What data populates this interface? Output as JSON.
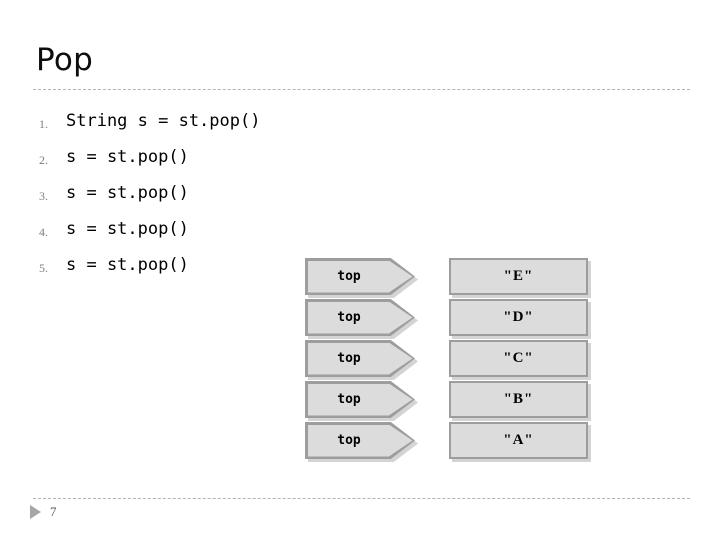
{
  "slide": {
    "title": "Pop",
    "page_number": "7",
    "background_color": "#ffffff",
    "rule_color": "#b3b3b3"
  },
  "code_list": {
    "items": [
      {
        "number": "1.",
        "text": "String s = st.pop()"
      },
      {
        "number": "2.",
        "text": "s = st.pop()"
      },
      {
        "number": "3.",
        "text": "s = st.pop()"
      },
      {
        "number": "4.",
        "text": "s = st.pop()"
      },
      {
        "number": "5.",
        "text": "s = st.pop()"
      }
    ]
  },
  "diagram": {
    "shape_fill": "#dcdcdc",
    "shape_border": "#9d9d9d",
    "rows": [
      {
        "pointer": "top",
        "value": "\"E\""
      },
      {
        "pointer": "top",
        "value": "\"D\""
      },
      {
        "pointer": "top",
        "value": "\"C\""
      },
      {
        "pointer": "top",
        "value": "\"B\""
      },
      {
        "pointer": "top",
        "value": "\"A\""
      }
    ]
  },
  "footer": {
    "bullet_icon": "triangle-right-icon"
  }
}
